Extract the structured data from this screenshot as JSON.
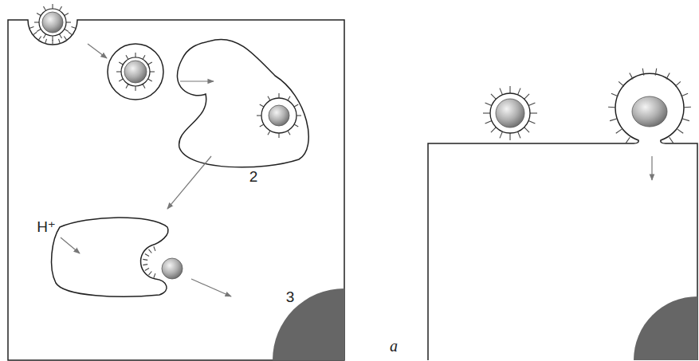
{
  "diagram": {
    "labels": [
      "2",
      "H⁺",
      "3",
      "a"
    ]
  }
}
